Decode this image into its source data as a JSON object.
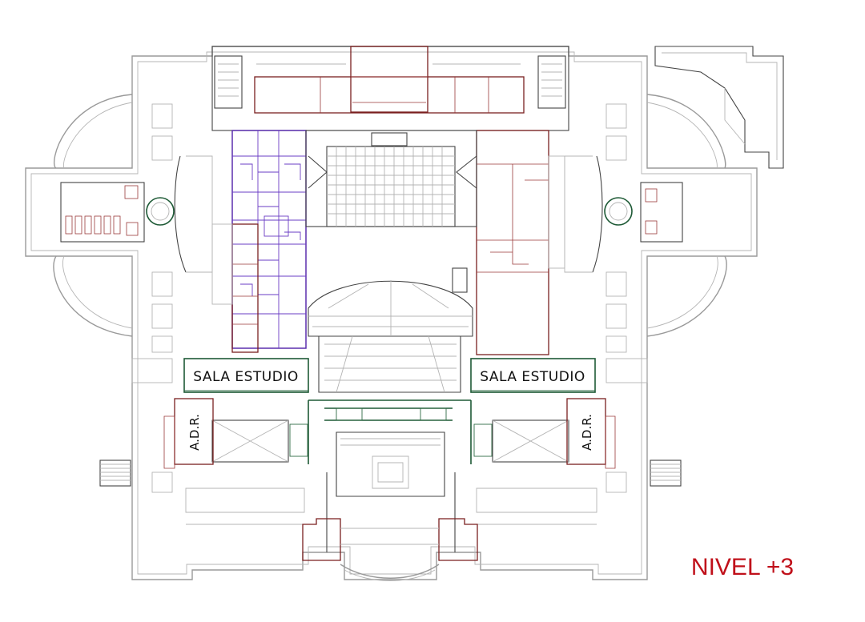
{
  "plan": {
    "rooms": {
      "sala_estudio_left": "SALA ESTUDIO",
      "sala_estudio_right": "SALA ESTUDIO",
      "adr_left": "A.D.R.",
      "adr_right": "A.D.R."
    },
    "level_label": "NIVEL +3",
    "colors": {
      "outline": "#9a9a9a",
      "brown_zone": "#7a1f1f",
      "purple_zone": "#5b2fae",
      "green_zone": "#1e5a36",
      "level_label": "#c0101a"
    }
  }
}
